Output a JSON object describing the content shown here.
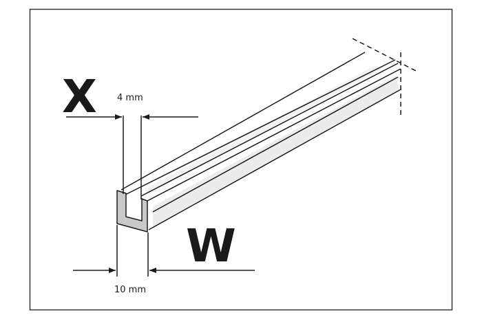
{
  "labels": {
    "x": "X",
    "w": "W",
    "x_dimension": "4 mm",
    "w_dimension": "10 mm"
  },
  "colors": {
    "ink": "#1a1a1a",
    "frame": "#333333",
    "profile_fill": "#c9c9c9",
    "channel_fill": "#ffffff",
    "shading": "#e4e4e4"
  }
}
